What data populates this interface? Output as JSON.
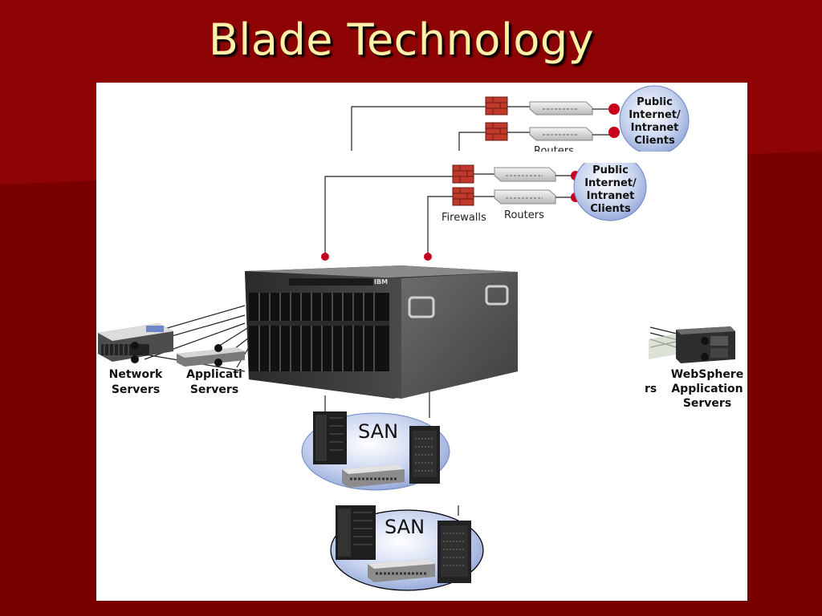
{
  "slide": {
    "title": "Blade Technology"
  },
  "diagram": {
    "ghost_top": {
      "cloud_lines": [
        "Public",
        "Internet/",
        "Intranet",
        "Clients"
      ],
      "routers_label": "Routers"
    },
    "top_network": {
      "cloud_lines": [
        "Public",
        "Internet/",
        "Intranet",
        "Clients"
      ],
      "firewalls_label": "Firewalls",
      "routers_label": "Routers"
    },
    "left": {
      "network_servers_lines": [
        "Network",
        "Servers"
      ],
      "application_servers_lines": [
        "Applicati",
        "Servers"
      ]
    },
    "right": {
      "partial_label": "rs",
      "websphere_lines": [
        "WebSphere",
        "Application",
        "Servers"
      ]
    },
    "chassis": {
      "brand": "IBM"
    },
    "san_upper": {
      "label": "SAN"
    },
    "san_lower": {
      "label": "SAN"
    }
  }
}
